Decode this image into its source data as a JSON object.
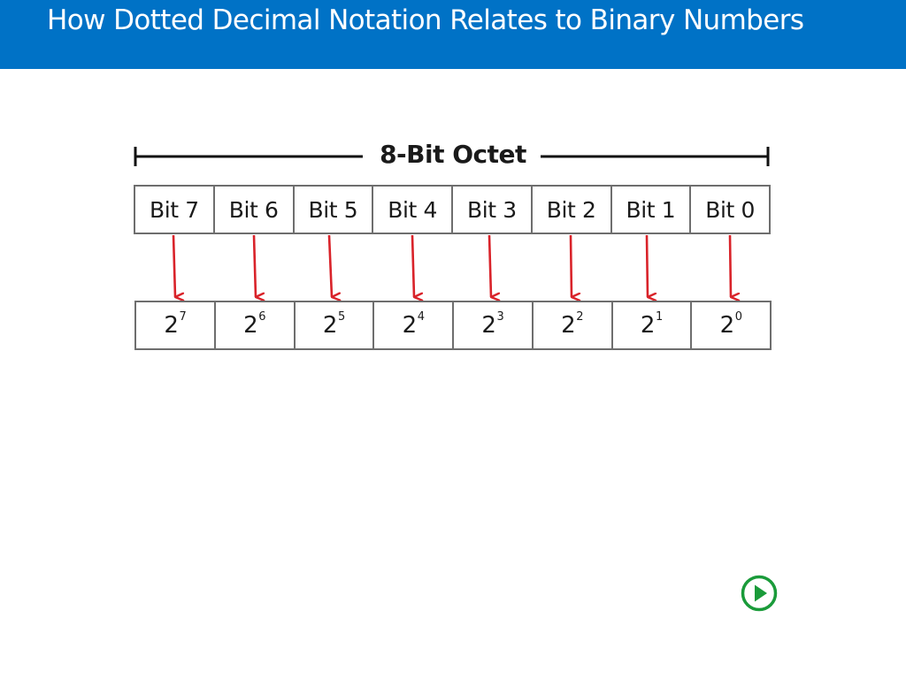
{
  "slide": {
    "title": "How Dotted Decimal Notation Relates to Binary Numbers"
  },
  "diagram": {
    "octet_label": "8-Bit Octet",
    "bits": [
      {
        "label": "Bit 7",
        "base": "2",
        "exponent": "7"
      },
      {
        "label": "Bit 6",
        "base": "2",
        "exponent": "6"
      },
      {
        "label": "Bit 5",
        "base": "2",
        "exponent": "5"
      },
      {
        "label": "Bit 4",
        "base": "2",
        "exponent": "4"
      },
      {
        "label": "Bit 3",
        "base": "2",
        "exponent": "3"
      },
      {
        "label": "Bit 2",
        "base": "2",
        "exponent": "2"
      },
      {
        "label": "Bit 1",
        "base": "2",
        "exponent": "1"
      },
      {
        "label": "Bit 0",
        "base": "2",
        "exponent": "0"
      }
    ]
  },
  "colors": {
    "title_bar": "#0072c6",
    "arrow": "#d9232a",
    "play_button": "#1a9b3a"
  },
  "controls": {
    "play_icon": "play-circle-icon"
  }
}
